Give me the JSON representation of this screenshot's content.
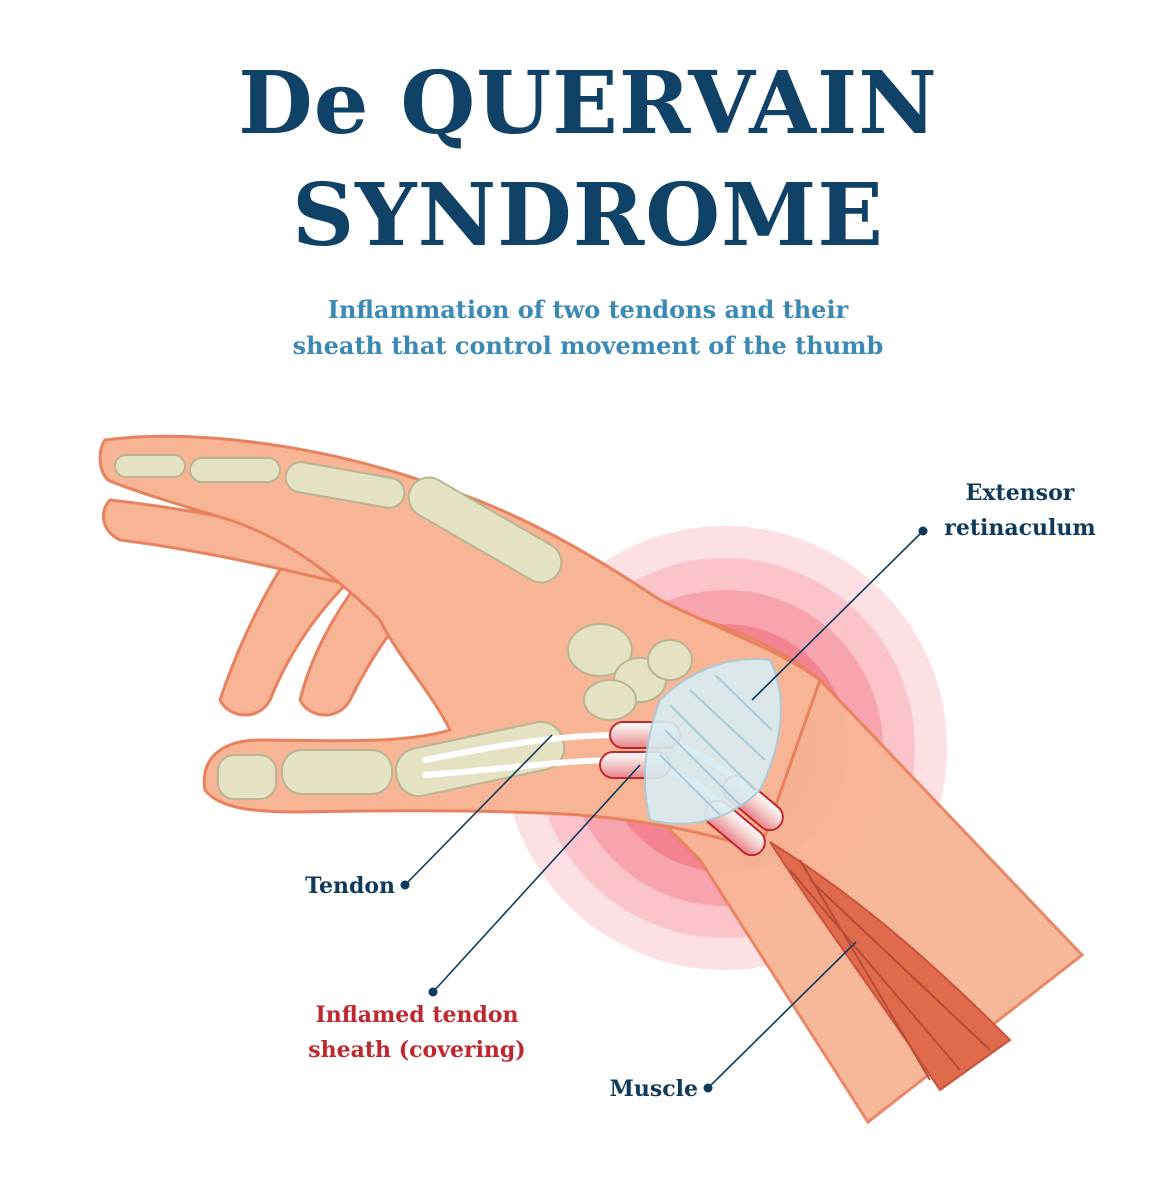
{
  "title": {
    "line1": "De QUERVAIN",
    "line2": "SYNDROME"
  },
  "subtitle": {
    "line1": "Inflammation of two tendons and their",
    "line2": "sheath that control movement of the thumb"
  },
  "labels": {
    "extensor_line1": "Extensor",
    "extensor_line2": "retinaculum",
    "tendon": "Tendon",
    "sheath_line1": "Inflamed tendon",
    "sheath_line2": "sheath (covering)",
    "muscle": "Muscle"
  },
  "colors": {
    "title": "#0f4266",
    "subtitle": "#3b8ab5",
    "label": "#0f3a5c",
    "inflamed_label": "#c0282f",
    "skin": "#f7b595",
    "skin_outline": "#e8825e",
    "bone": "#e4e2c2",
    "muscle": "#e06a4c",
    "inflammation": "#f06b7a"
  }
}
